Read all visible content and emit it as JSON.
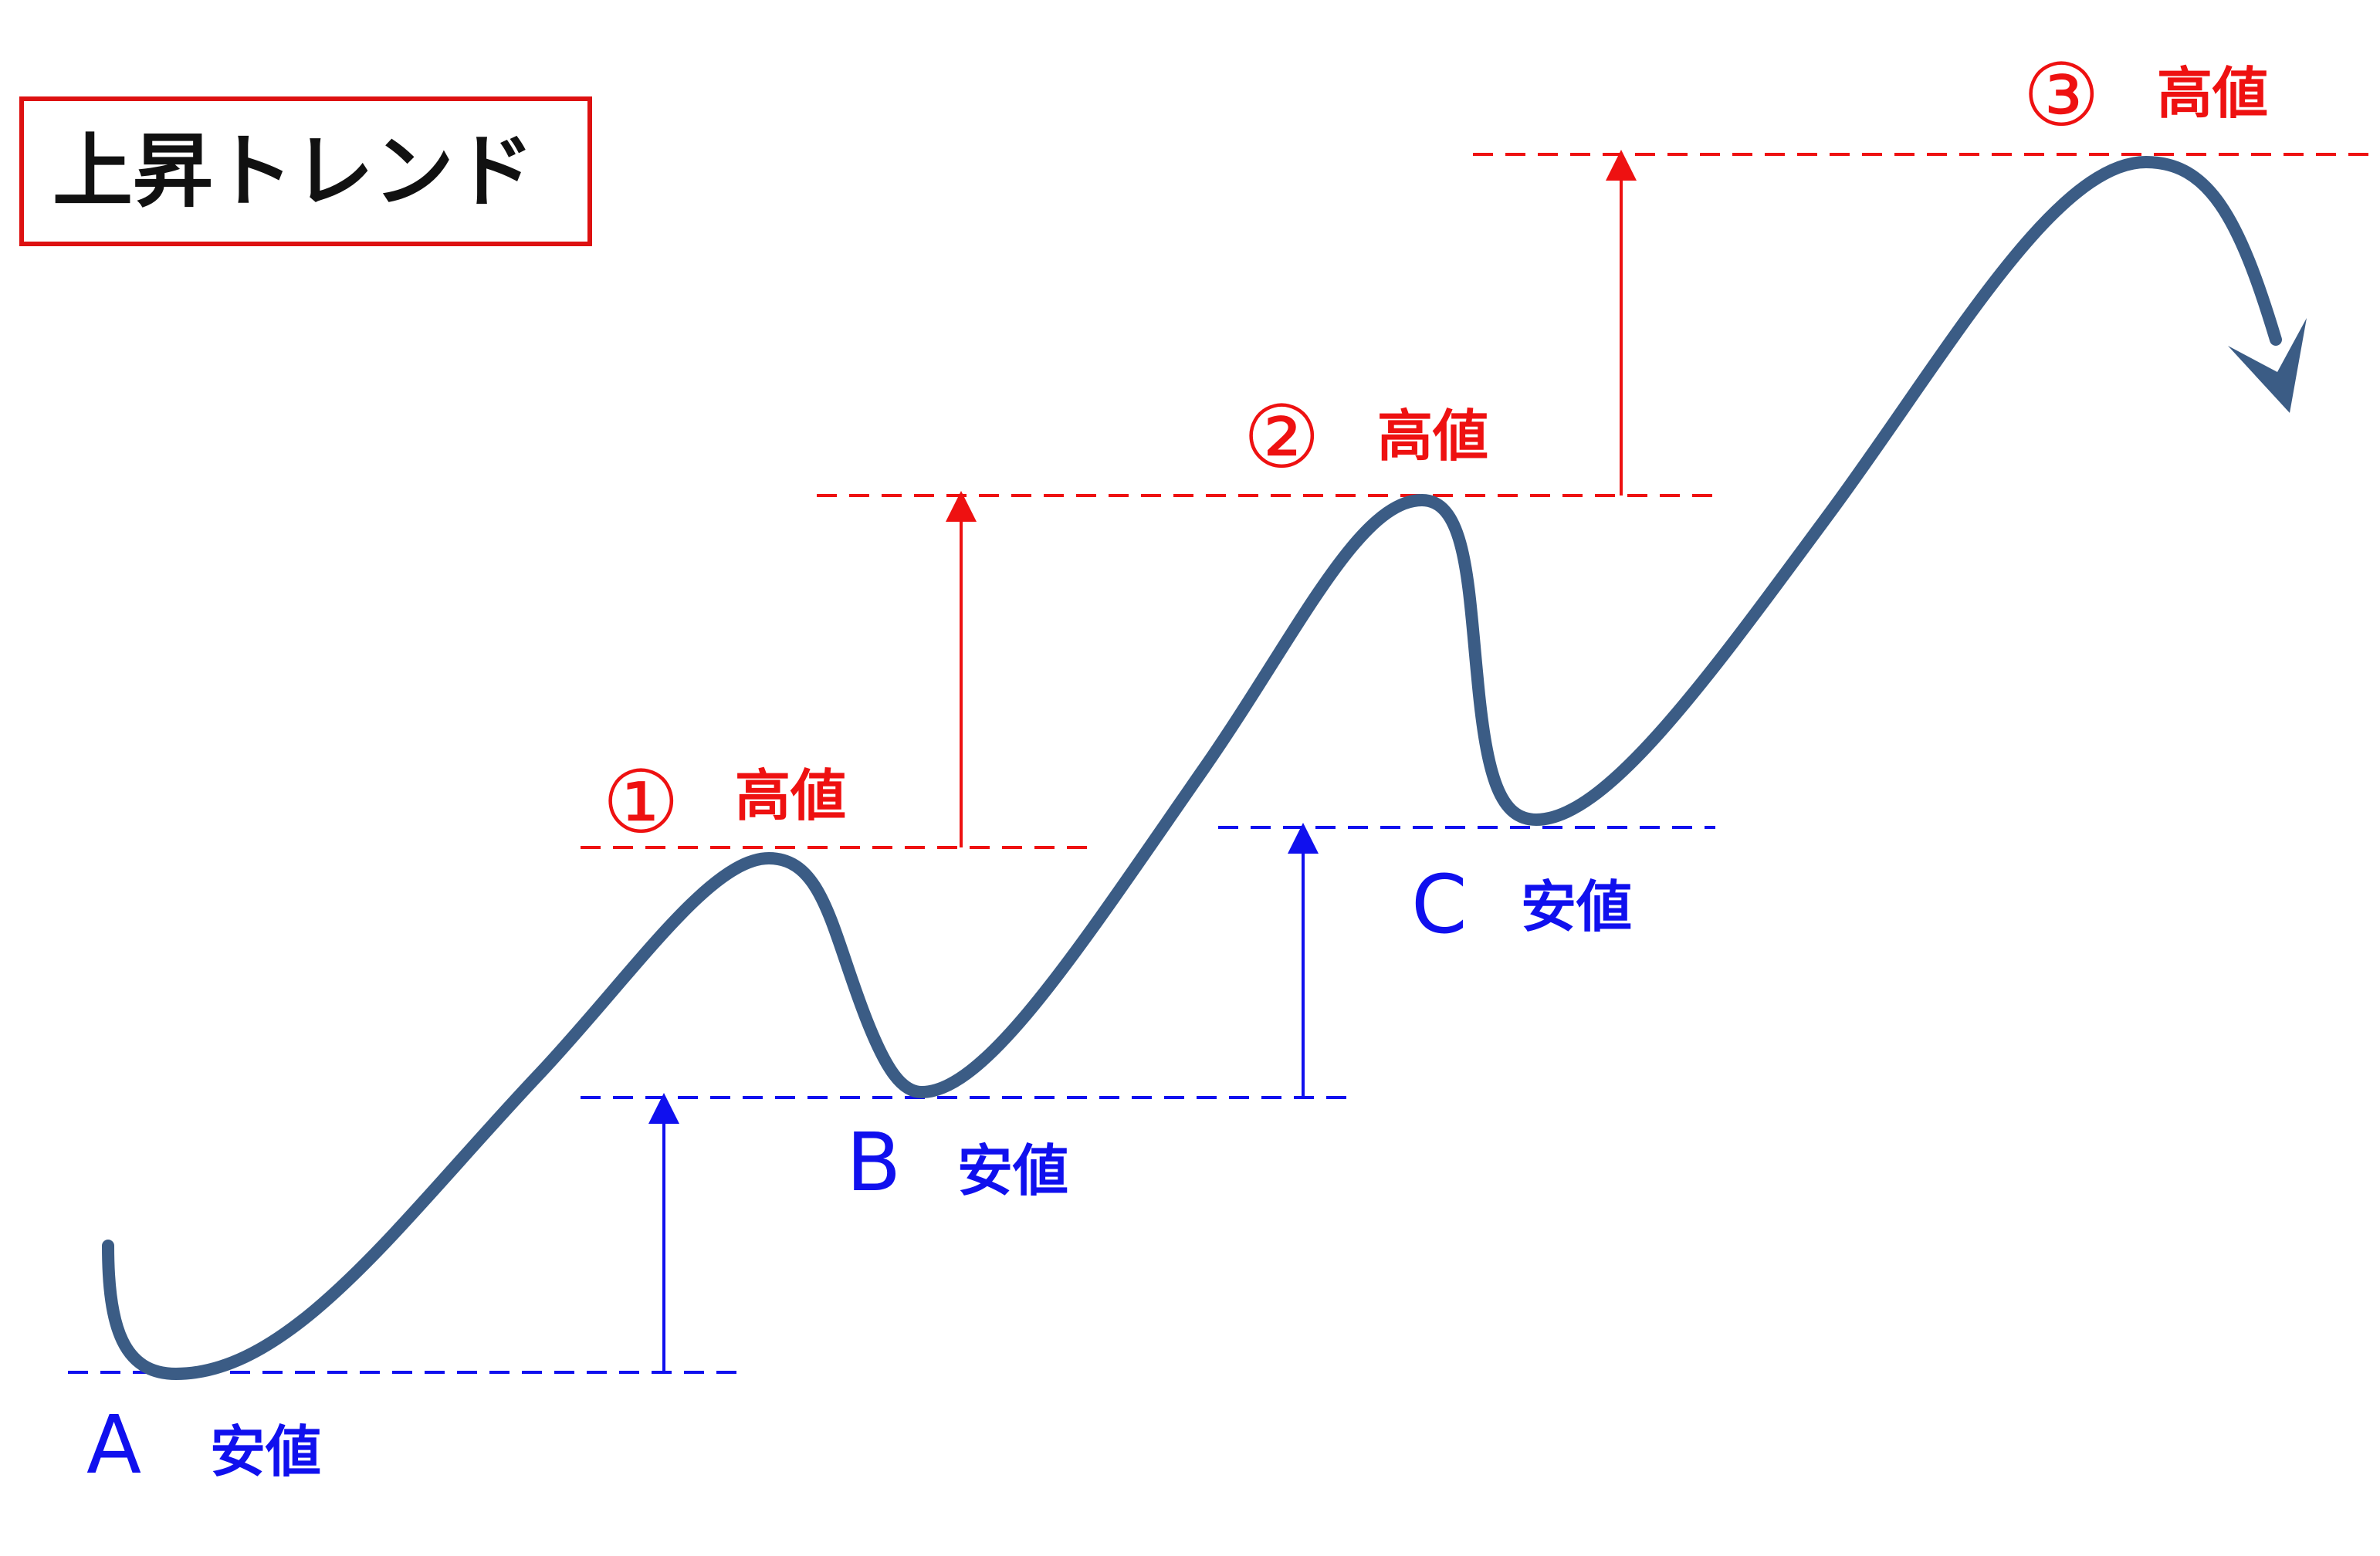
{
  "title": "上昇トレンド",
  "colors": {
    "curve": "#3b5c85",
    "high": "#ee1111",
    "low": "#1010ee",
    "title_border": "#dd1111",
    "title_text": "#111111"
  },
  "highs": [
    {
      "marker": "①",
      "label": "高値"
    },
    {
      "marker": "②",
      "label": "高値"
    },
    {
      "marker": "③",
      "label": "高値"
    }
  ],
  "lows": [
    {
      "marker": "A",
      "label": "安値"
    },
    {
      "marker": "B",
      "label": "安値"
    },
    {
      "marker": "C",
      "label": "安値"
    }
  ]
}
